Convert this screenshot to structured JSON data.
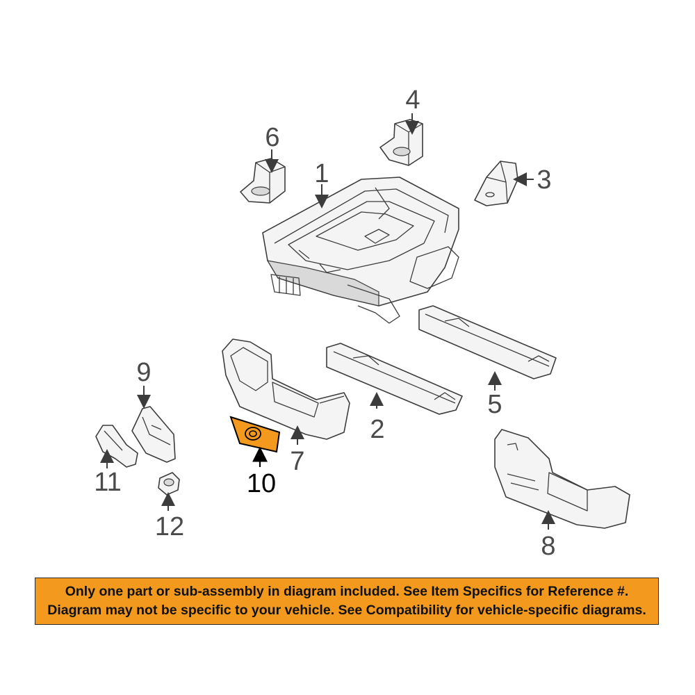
{
  "callouts": {
    "c1": "1",
    "c2": "2",
    "c3": "3",
    "c4": "4",
    "c5": "5",
    "c6": "6",
    "c7": "7",
    "c8": "8",
    "c9": "9",
    "c10": "10",
    "c11": "11",
    "c12": "12"
  },
  "highlight": {
    "part_number": "10",
    "color": "#f39a1e"
  },
  "notice": {
    "line1": "Only one part or sub-assembly in diagram included. See Item Specifics for Reference #.",
    "line2": "Diagram may not be specific to your vehicle. See Compatibility for vehicle-specific diagrams.",
    "background": "#f39a1e"
  }
}
